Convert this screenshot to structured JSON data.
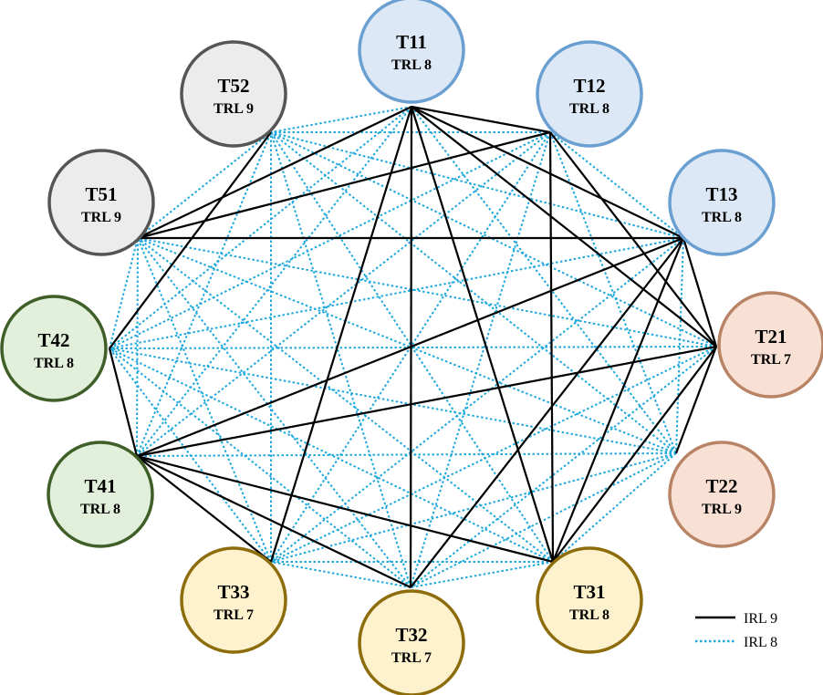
{
  "nodes": [
    {
      "id": "T11",
      "label": "T11",
      "trl": "TRL 8",
      "fill": "#dce8f5",
      "stroke": "#6a9fd1"
    },
    {
      "id": "T12",
      "label": "T12",
      "trl": "TRL 8",
      "fill": "#dce8f5",
      "stroke": "#6a9fd1"
    },
    {
      "id": "T13",
      "label": "T13",
      "trl": "TRL 8",
      "fill": "#dce8f5",
      "stroke": "#6a9fd1"
    },
    {
      "id": "T21",
      "label": "T21",
      "trl": "TRL 7",
      "fill": "#f8e1d4",
      "stroke": "#b98466"
    },
    {
      "id": "T22",
      "label": "T22",
      "trl": "TRL 9",
      "fill": "#f8e1d4",
      "stroke": "#b98466"
    },
    {
      "id": "T31",
      "label": "T31",
      "trl": "TRL 8",
      "fill": "#fdf2cd",
      "stroke": "#8d6c0c"
    },
    {
      "id": "T32",
      "label": "T32",
      "trl": "TRL 7",
      "fill": "#fdf2cd",
      "stroke": "#8d6c0c"
    },
    {
      "id": "T33",
      "label": "T33",
      "trl": "TRL 7",
      "fill": "#fdf2cd",
      "stroke": "#8d6c0c"
    },
    {
      "id": "T41",
      "label": "T41",
      "trl": "TRL 8",
      "fill": "#e2efda",
      "stroke": "#3f5f28"
    },
    {
      "id": "T42",
      "label": "T42",
      "trl": "TRL 8",
      "fill": "#e2efda",
      "stroke": "#3f5f28"
    },
    {
      "id": "T51",
      "label": "T51",
      "trl": "TRL 9",
      "fill": "#ececec",
      "stroke": "#555555"
    },
    {
      "id": "T52",
      "label": "T52",
      "trl": "TRL 9",
      "fill": "#ececec",
      "stroke": "#555555"
    }
  ],
  "irl9_edges": [
    [
      "T11",
      "T12"
    ],
    [
      "T11",
      "T13"
    ],
    [
      "T11",
      "T21"
    ],
    [
      "T11",
      "T31"
    ],
    [
      "T11",
      "T32"
    ],
    [
      "T11",
      "T33"
    ],
    [
      "T12",
      "T51"
    ],
    [
      "T12",
      "T21"
    ],
    [
      "T12",
      "T31"
    ],
    [
      "T13",
      "T51"
    ],
    [
      "T13",
      "T21"
    ],
    [
      "T13",
      "T31"
    ],
    [
      "T13",
      "T32"
    ],
    [
      "T13",
      "T41"
    ],
    [
      "T21",
      "T22"
    ],
    [
      "T21",
      "T31"
    ],
    [
      "T21",
      "T41"
    ],
    [
      "T31",
      "T41"
    ],
    [
      "T32",
      "T41"
    ],
    [
      "T33",
      "T41"
    ],
    [
      "T41",
      "T42"
    ],
    [
      "T42",
      "T52"
    ],
    [
      "T51",
      "T11"
    ]
  ],
  "legend": {
    "irl9": "IRL 9",
    "irl8": "IRL 8",
    "irl9_color": "#000000",
    "irl8_color": "#1fa8dc"
  }
}
